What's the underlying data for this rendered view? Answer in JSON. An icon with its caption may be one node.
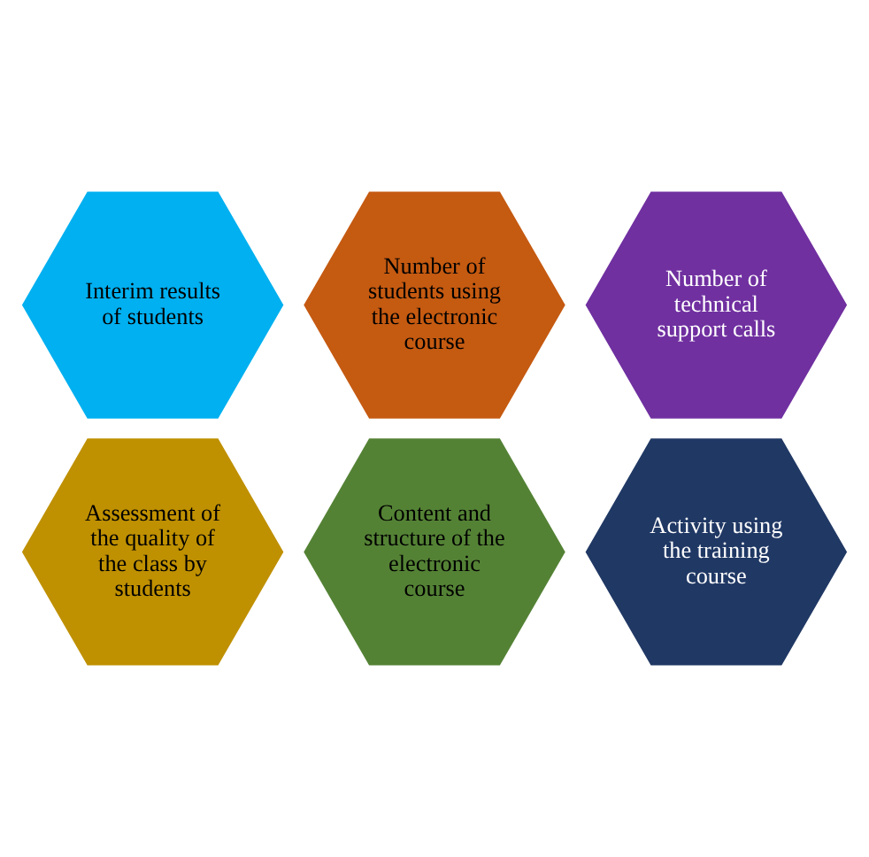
{
  "diagram": {
    "nodes": [
      {
        "text": [
          "Assessment of the quality of the class by students"
        ]
      },
      {
        "text": [
          "Activity using the training course"
        ]
      },
      {
        "text": [
          "Content and structure of the electronic course"
        ]
      },
      {
        "text": [
          "Interim results of students"
        ]
      },
      {
        "text": [
          "Number of technical support calls"
        ]
      },
      {
        "text": [
          "Number of students using the electronic course"
        ]
      }
    ]
  }
}
